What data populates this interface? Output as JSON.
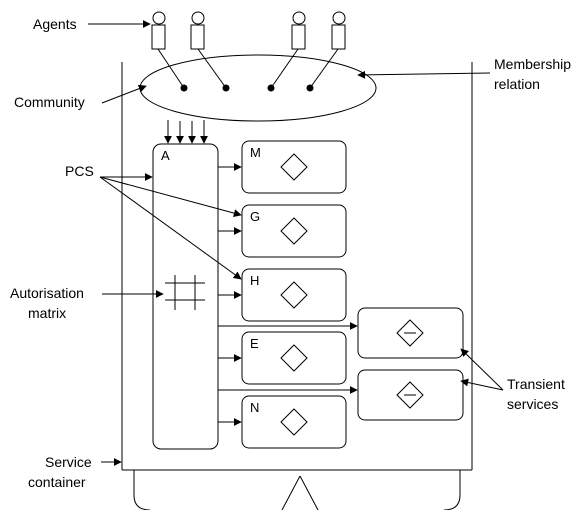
{
  "labels": {
    "agents": "Agents",
    "community": "Community",
    "membership_line1": "Membership",
    "membership_line2": "relation",
    "pcs": "PCS",
    "autorisation_line1": "Autorisation",
    "autorisation_line2": "matrix",
    "service_line1": "Service",
    "service_line2": "container",
    "transient_line1": "Transient",
    "transient_line2": "services"
  },
  "boxes": {
    "a": "A",
    "m": "M",
    "g": "G",
    "h": "H",
    "e": "E",
    "n": "N"
  }
}
